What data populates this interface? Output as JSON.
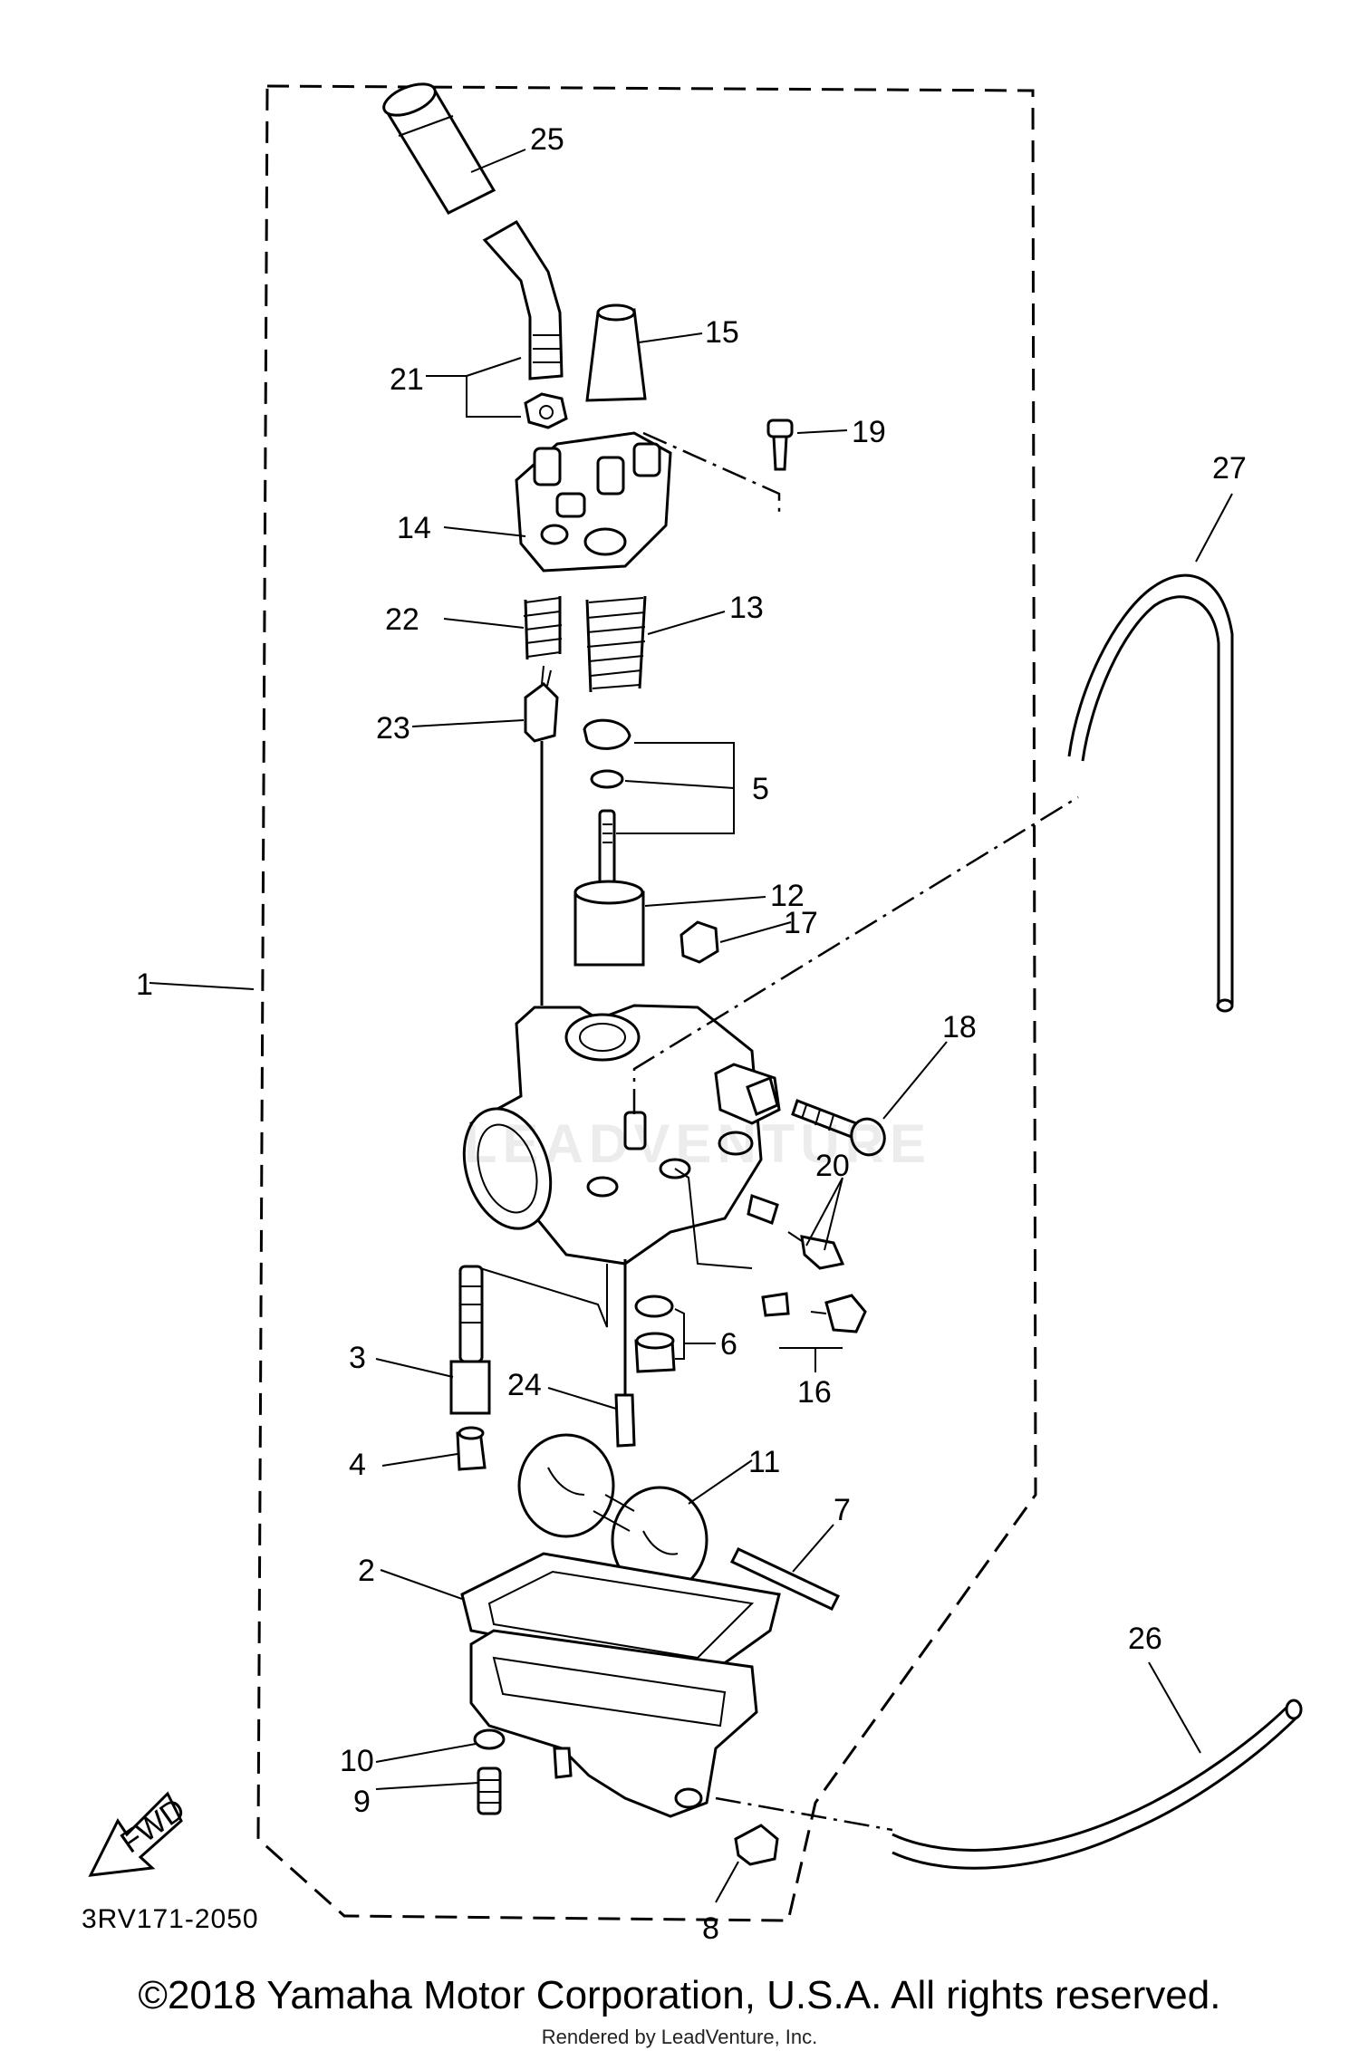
{
  "callouts": {
    "p1": "1",
    "p2": "2",
    "p3": "3",
    "p4": "4",
    "p5": "5",
    "p6": "6",
    "p7": "7",
    "p8": "8",
    "p9": "9",
    "p10": "10",
    "p11": "11",
    "p12": "12",
    "p13": "13",
    "p14": "14",
    "p15": "15",
    "p16": "16",
    "p17": "17",
    "p18": "18",
    "p19": "19",
    "p20": "20",
    "p21": "21",
    "p22": "22",
    "p23": "23",
    "p24": "24",
    "p25": "25",
    "p26": "26",
    "p27": "27"
  },
  "fwd_label": "FWD",
  "diagram_code": "3RV171-2050",
  "watermark": "LEADVENTURE",
  "copyright": "©2018 Yamaha Motor Corporation, U.S.A. All rights reserved.",
  "rendered_by": "Rendered by LeadVenture, Inc."
}
